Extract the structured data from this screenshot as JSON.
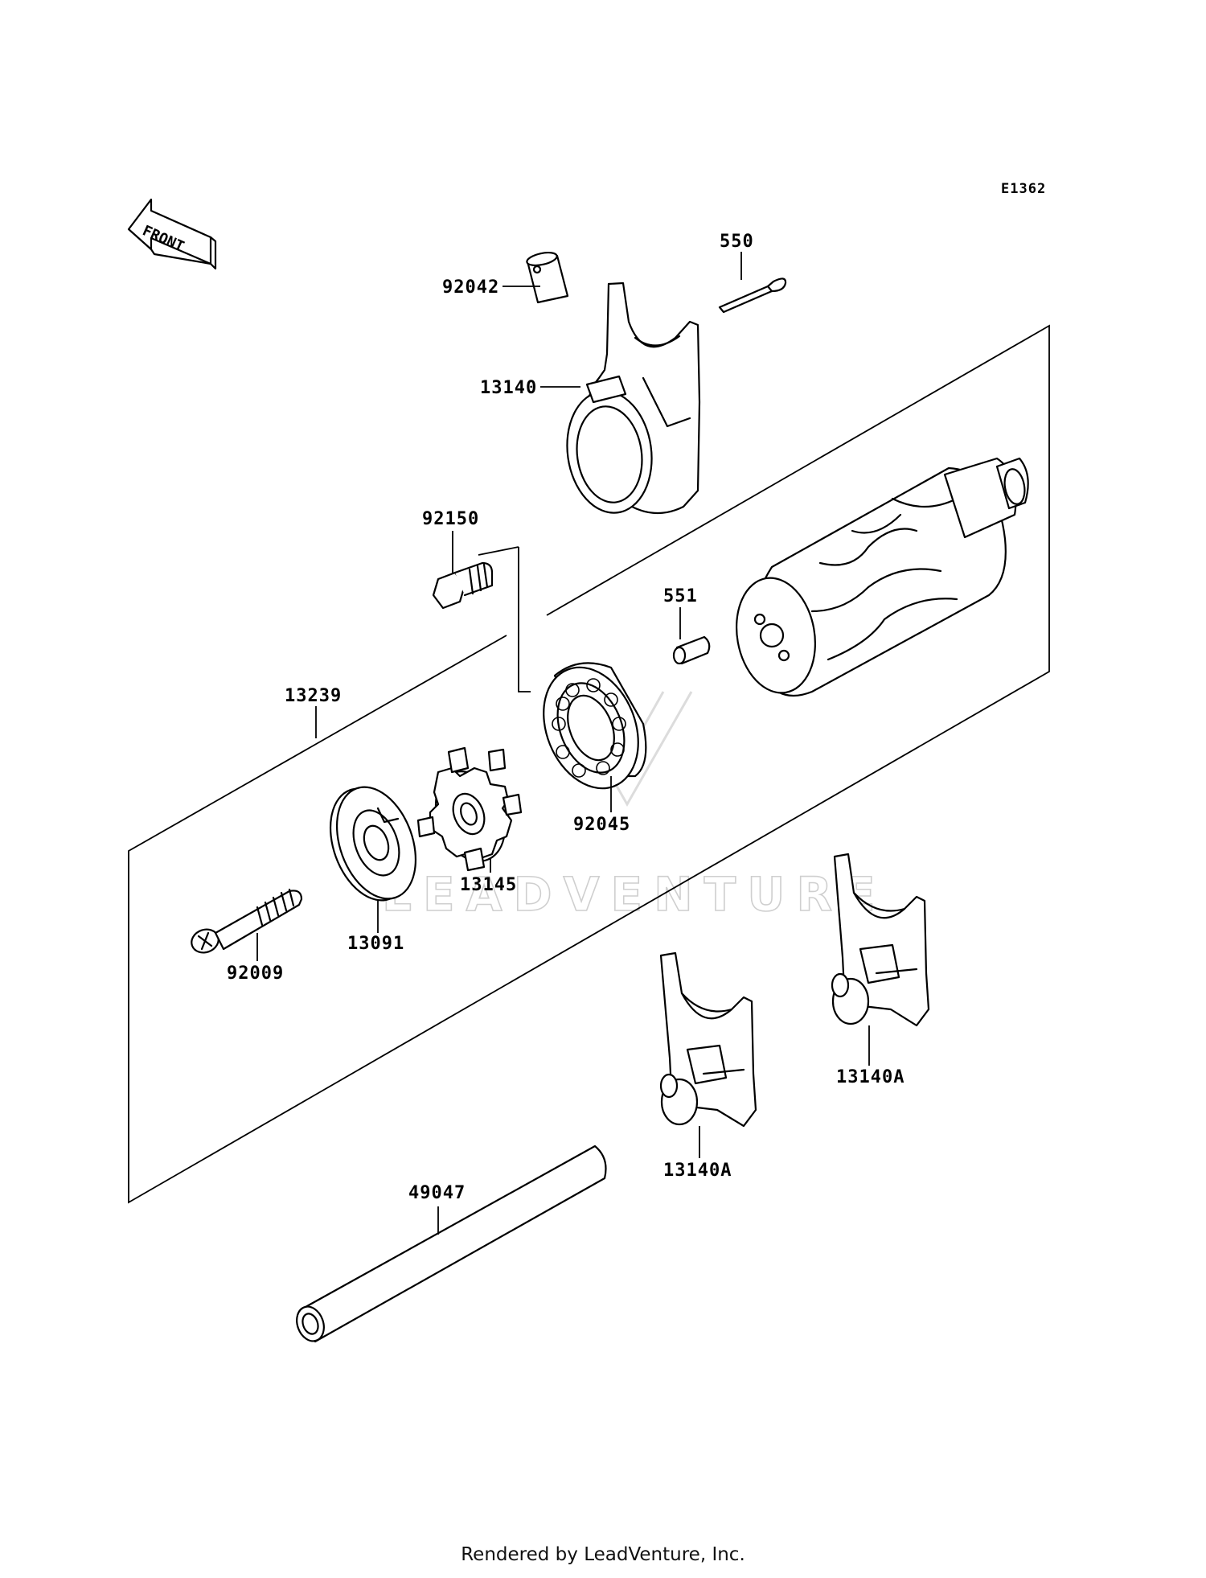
{
  "diagram_code": "E1362",
  "front_marker": "FRONT",
  "watermark": "LEADVENTURE",
  "footer": "Rendered by LeadVenture, Inc.",
  "parts": [
    {
      "id": "92042",
      "label": "92042"
    },
    {
      "id": "550",
      "label": "550"
    },
    {
      "id": "13140",
      "label": "13140"
    },
    {
      "id": "92150",
      "label": "92150"
    },
    {
      "id": "551",
      "label": "551"
    },
    {
      "id": "13239",
      "label": "13239"
    },
    {
      "id": "92045",
      "label": "92045"
    },
    {
      "id": "13145",
      "label": "13145"
    },
    {
      "id": "13091",
      "label": "13091"
    },
    {
      "id": "92009",
      "label": "92009"
    },
    {
      "id": "13140A-1",
      "label": "13140A"
    },
    {
      "id": "13140A-2",
      "label": "13140A"
    },
    {
      "id": "49047",
      "label": "49047"
    }
  ]
}
